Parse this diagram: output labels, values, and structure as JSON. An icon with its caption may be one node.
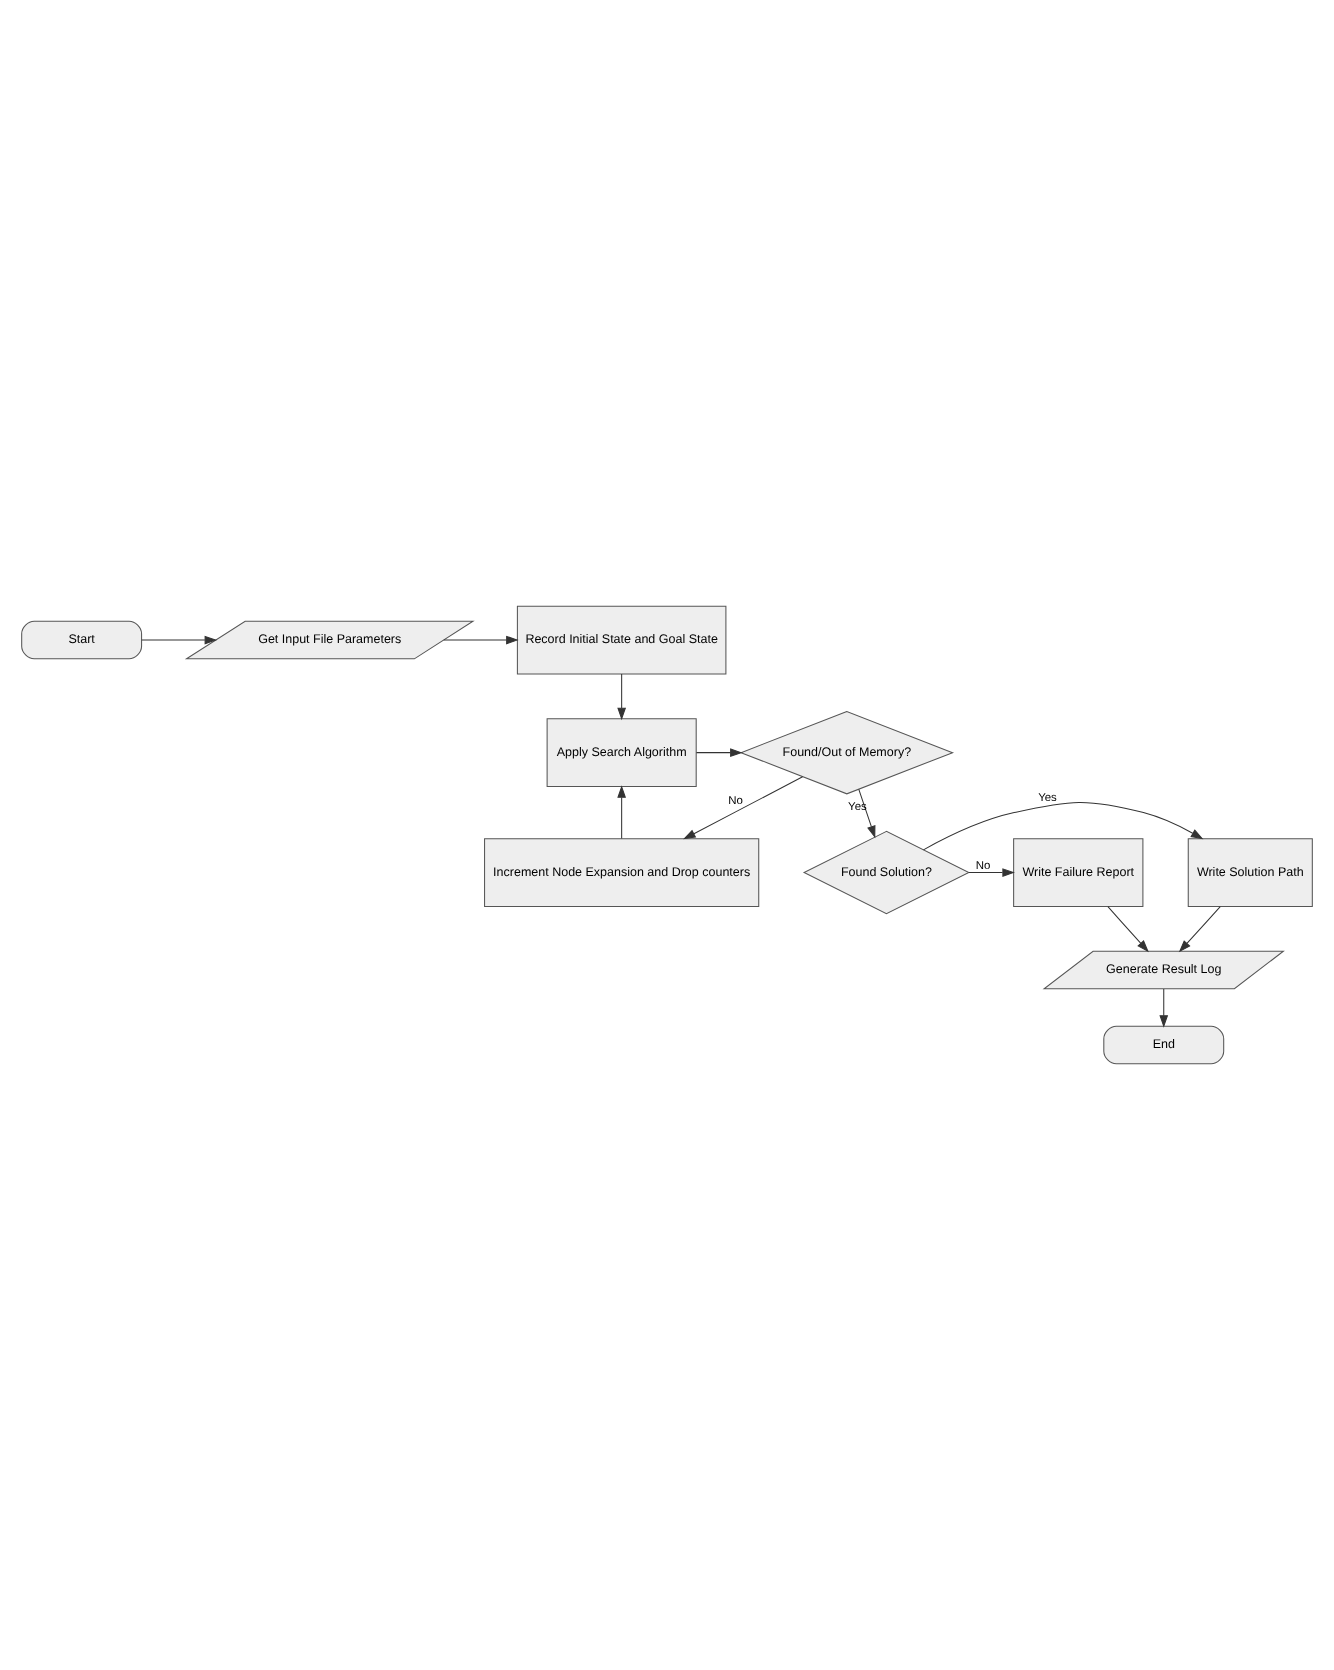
{
  "diagram": {
    "nodes": [
      {
        "text": [
          "Start"
        ]
      },
      {
        "text": [
          "Get Input File Parameters"
        ]
      },
      {
        "text": [
          "Record Initial State and Goal State"
        ]
      },
      {
        "text": [
          "Apply Search Algorithm"
        ]
      },
      {
        "text": [
          "Found/Out of Memory?"
        ]
      },
      {
        "text": [
          "Increment Node Expansion and Drop counters"
        ]
      },
      {
        "text": [
          "Found Solution?"
        ]
      },
      {
        "text": [
          "Write Solution Path"
        ]
      },
      {
        "text": [
          "Write Failure Report"
        ]
      },
      {
        "text": [
          "Generate Result Log"
        ]
      },
      {
        "text": [
          "End"
        ]
      }
    ],
    "edges": [
      {
        "from": 0,
        "to": 1,
        "arrow": "to"
      },
      {
        "from": 1,
        "to": 2,
        "arrow": "to"
      },
      {
        "from": 2,
        "to": 3,
        "arrow": "to"
      },
      {
        "from": 3,
        "to": 4,
        "arrow": "to"
      },
      {
        "from": 4,
        "to": 5,
        "arrow": "to",
        "label": "No"
      },
      {
        "from": 5,
        "to": 3,
        "arrow": "to"
      },
      {
        "from": 4,
        "to": 6,
        "arrow": "to",
        "label": "Yes"
      },
      {
        "from": 6,
        "to": 7,
        "arrow": "to",
        "label": "Yes"
      },
      {
        "from": 6,
        "to": 8,
        "arrow": "to",
        "label": "No"
      },
      {
        "from": 7,
        "to": 9,
        "arrow": "to"
      },
      {
        "from": 8,
        "to": 9,
        "arrow": "to"
      },
      {
        "from": 9,
        "to": 10,
        "arrow": "to"
      }
    ]
  }
}
